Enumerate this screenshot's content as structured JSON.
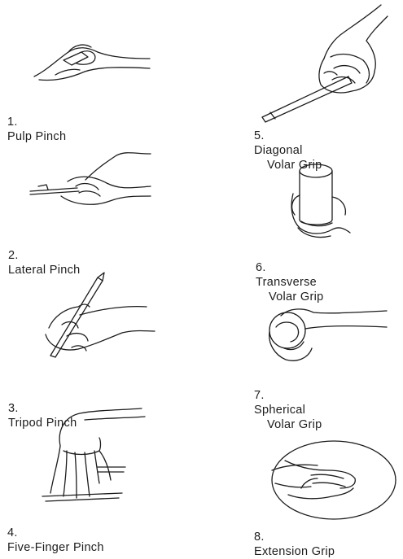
{
  "grips": [
    {
      "number": "1.",
      "line1": "Pulp Pinch",
      "line2": ""
    },
    {
      "number": "2.",
      "line1": "Lateral Pinch",
      "line2": ""
    },
    {
      "number": "3.",
      "line1": "Tripod Pinch",
      "line2": ""
    },
    {
      "number": "4.",
      "line1": "Five-Finger Pinch",
      "line2": ""
    },
    {
      "number": "5.",
      "line1": "Diagonal",
      "line2": "Volar Grip"
    },
    {
      "number": "6.",
      "line1": "Transverse",
      "line2": "Volar Grip"
    },
    {
      "number": "7.",
      "line1": "Spherical",
      "line2": "Volar Grip"
    },
    {
      "number": "8.",
      "line1": "Extension Grip",
      "line2": ""
    }
  ],
  "icons": [
    "pulp-pinch-hand",
    "lateral-pinch-hand",
    "tripod-pinch-hand",
    "five-finger-pinch-hand",
    "diagonal-volar-grip-hand",
    "transverse-volar-grip-hand",
    "spherical-volar-grip-hand",
    "extension-grip-hand"
  ]
}
